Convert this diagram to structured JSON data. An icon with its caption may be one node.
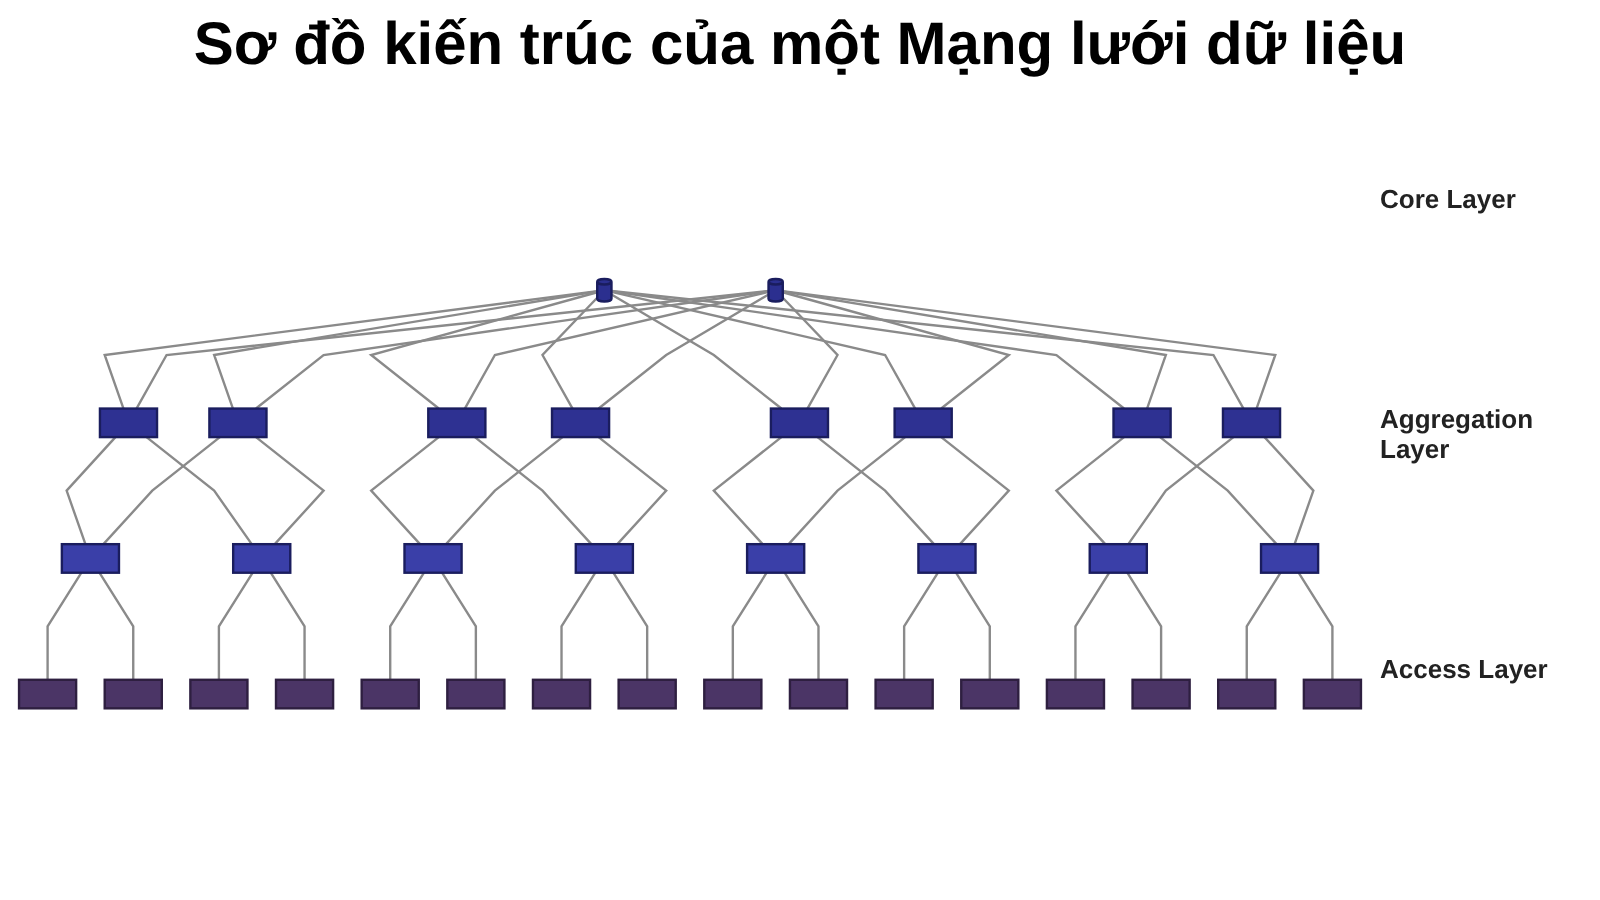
{
  "diagram": {
    "title": "Sơ đồ kiến trúc của một Mạng lưới dữ liệu",
    "nodes": [
      {
        "text": [],
        "shape": "cylinder"
      },
      {
        "text": [],
        "shape": "cylinder"
      },
      {
        "text": [],
        "shape": "box"
      },
      {
        "text": [],
        "shape": "box"
      },
      {
        "text": [],
        "shape": "box"
      },
      {
        "text": [],
        "shape": "box"
      },
      {
        "text": [],
        "shape": "box"
      },
      {
        "text": [],
        "shape": "box"
      },
      {
        "text": [],
        "shape": "box"
      },
      {
        "text": [],
        "shape": "box"
      },
      {
        "text": [],
        "shape": "box"
      },
      {
        "text": [],
        "shape": "box"
      },
      {
        "text": [],
        "shape": "box"
      },
      {
        "text": [],
        "shape": "box"
      },
      {
        "text": [],
        "shape": "box"
      },
      {
        "text": [],
        "shape": "box"
      },
      {
        "text": [],
        "shape": "box"
      },
      {
        "text": [],
        "shape": "box"
      },
      {
        "text": [],
        "shape": "box"
      },
      {
        "text": [],
        "shape": "box"
      },
      {
        "text": [],
        "shape": "box"
      },
      {
        "text": [],
        "shape": "box"
      },
      {
        "text": [],
        "shape": "box"
      },
      {
        "text": [],
        "shape": "box"
      },
      {
        "text": [],
        "shape": "box"
      },
      {
        "text": [],
        "shape": "box"
      },
      {
        "text": [],
        "shape": "box"
      },
      {
        "text": [],
        "shape": "box"
      },
      {
        "text": [],
        "shape": "box"
      },
      {
        "text": [],
        "shape": "box"
      },
      {
        "text": [],
        "shape": "box"
      },
      {
        "text": [],
        "shape": "box"
      },
      {
        "text": [],
        "shape": "box"
      },
      {
        "text": [],
        "shape": "box"
      }
    ],
    "edges": [
      {
        "from": 0,
        "to": 2,
        "arrow": "none"
      },
      {
        "from": 0,
        "to": 3,
        "arrow": "none"
      },
      {
        "from": 0,
        "to": 4,
        "arrow": "none"
      },
      {
        "from": 0,
        "to": 5,
        "arrow": "none"
      },
      {
        "from": 0,
        "to": 6,
        "arrow": "none"
      },
      {
        "from": 0,
        "to": 7,
        "arrow": "none"
      },
      {
        "from": 0,
        "to": 8,
        "arrow": "none"
      },
      {
        "from": 0,
        "to": 9,
        "arrow": "none"
      },
      {
        "from": 1,
        "to": 2,
        "arrow": "none"
      },
      {
        "from": 1,
        "to": 3,
        "arrow": "none"
      },
      {
        "from": 1,
        "to": 4,
        "arrow": "none"
      },
      {
        "from": 1,
        "to": 5,
        "arrow": "none"
      },
      {
        "from": 1,
        "to": 6,
        "arrow": "none"
      },
      {
        "from": 1,
        "to": 7,
        "arrow": "none"
      },
      {
        "from": 1,
        "to": 8,
        "arrow": "none"
      },
      {
        "from": 1,
        "to": 9,
        "arrow": "none"
      },
      {
        "from": 2,
        "to": 10,
        "arrow": "none"
      },
      {
        "from": 2,
        "to": 11,
        "arrow": "none"
      },
      {
        "from": 3,
        "to": 10,
        "arrow": "none"
      },
      {
        "from": 3,
        "to": 11,
        "arrow": "none"
      },
      {
        "from": 4,
        "to": 12,
        "arrow": "none"
      },
      {
        "from": 4,
        "to": 13,
        "arrow": "none"
      },
      {
        "from": 5,
        "to": 12,
        "arrow": "none"
      },
      {
        "from": 5,
        "to": 13,
        "arrow": "none"
      },
      {
        "from": 6,
        "to": 14,
        "arrow": "none"
      },
      {
        "from": 6,
        "to": 15,
        "arrow": "none"
      },
      {
        "from": 7,
        "to": 14,
        "arrow": "none"
      },
      {
        "from": 7,
        "to": 15,
        "arrow": "none"
      },
      {
        "from": 8,
        "to": 16,
        "arrow": "none"
      },
      {
        "from": 8,
        "to": 17,
        "arrow": "none"
      },
      {
        "from": 9,
        "to": 16,
        "arrow": "none"
      },
      {
        "from": 9,
        "to": 17,
        "arrow": "none"
      },
      {
        "from": 10,
        "to": 18,
        "arrow": "none"
      },
      {
        "from": 10,
        "to": 19,
        "arrow": "none"
      },
      {
        "from": 11,
        "to": 20,
        "arrow": "none"
      },
      {
        "from": 11,
        "to": 21,
        "arrow": "none"
      },
      {
        "from": 12,
        "to": 22,
        "arrow": "none"
      },
      {
        "from": 12,
        "to": 23,
        "arrow": "none"
      },
      {
        "from": 13,
        "to": 24,
        "arrow": "none"
      },
      {
        "from": 13,
        "to": 25,
        "arrow": "none"
      },
      {
        "from": 14,
        "to": 26,
        "arrow": "none"
      },
      {
        "from": 14,
        "to": 27,
        "arrow": "none"
      },
      {
        "from": 15,
        "to": 28,
        "arrow": "none"
      },
      {
        "from": 15,
        "to": 29,
        "arrow": "none"
      },
      {
        "from": 16,
        "to": 30,
        "arrow": "none"
      },
      {
        "from": 16,
        "to": 31,
        "arrow": "none"
      },
      {
        "from": 17,
        "to": 32,
        "arrow": "none"
      },
      {
        "from": 17,
        "to": 33,
        "arrow": "none"
      }
    ],
    "labels": [
      "Core Layer",
      "Aggregation Layer",
      "Access Layer"
    ]
  }
}
